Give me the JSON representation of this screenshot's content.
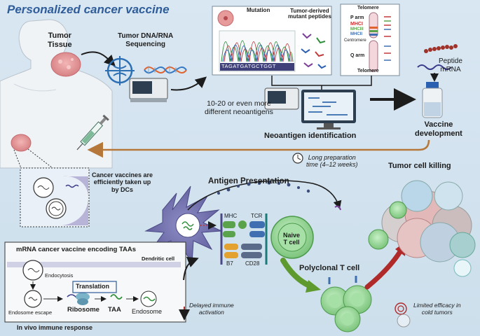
{
  "title": "Personalized cancer vaccine",
  "top": {
    "tumor_tissue": [
      "Tumor",
      "Tissue"
    ],
    "sequencing": [
      "Tumor DNA/RNA",
      "Sequencing"
    ],
    "mutation": "Mutation",
    "tumor_derived": [
      "Tumor-derived",
      "mutant peptides"
    ],
    "sequence_letters": [
      "T",
      "A",
      "G",
      "A",
      "T",
      "G",
      "A",
      "T",
      "G",
      "C",
      "T",
      "G",
      "G",
      "T"
    ],
    "chromosome": {
      "telomere_top": "Telomere",
      "p_arm": "P arm",
      "mhci": "MHCI",
      "mhciii": "MHCIII",
      "mhcii": "MHCII",
      "centromere": "Centromere",
      "q_arm": "Q arm",
      "telomere_bottom": "Telomere"
    },
    "peptide_mrna": [
      "Peptide",
      "mRNA"
    ],
    "neoantigens_count": [
      "10-20 or even more",
      "different neoantigens"
    ],
    "neoantigen_identification": "Neoantigen identification",
    "vaccine_development": [
      "Vaccine",
      "development"
    ],
    "preparation_time": [
      "Long preparation",
      "time (4–12 weeks)"
    ]
  },
  "middle": {
    "dc_uptake": [
      "Cancer vaccines are",
      "efficiently taken up",
      "by DCs"
    ],
    "antigen_presentation": "Antigen Presentation",
    "mhc": "MHC",
    "tcr": "TCR",
    "b7": "B7",
    "cd28": "CD28",
    "naive_t_cell": [
      "Naive",
      "T cell"
    ],
    "tumor_cell_killing": "Tumor cell killing",
    "polyclonal_t_cell": "Polyclonal T cell"
  },
  "bottom": {
    "box_title": "mRNA cancer vaccine encoding TAAs",
    "dendritic_cell": "Dendritic cell",
    "endocytosis": "Endocytosis",
    "translation": "Translation",
    "ribosome": "Ribosome",
    "taa": "TAA",
    "endosome": "Endosome",
    "endosome_escape": "Endosome escape",
    "in_vivo": "In vivo immune response",
    "delayed": [
      "Delayed immune",
      "activation"
    ],
    "limited": [
      "Limited efficacy in",
      "cold tumors"
    ]
  },
  "colors": {
    "title": "#2f5d9a",
    "background": "#d6e5f1",
    "arrow_brown": "#b5773a",
    "arrow_green": "#5e9a2e",
    "arrow_red": "#b02a2a",
    "dc_purple": "#6b6aa8",
    "t_cell_green": "#8fd48f",
    "tumor_pink": "#e39b9b",
    "mhc_green": "#5aa34a",
    "tcr_blue": "#3f6fb0",
    "b7_orange": "#e3a12f",
    "cd28_slate": "#5a6b8a"
  },
  "icons": [
    "human-silhouette-icon",
    "tumor-tissue-icon",
    "dna-sequencer-icon",
    "dna-helix-icon",
    "computer-icon",
    "vaccine-vial-icon",
    "syringe-icon",
    "clock-icon",
    "dendritic-cell-icon",
    "t-cell-icon",
    "tumor-cluster-icon",
    "ribosome-icon",
    "target-icon"
  ]
}
